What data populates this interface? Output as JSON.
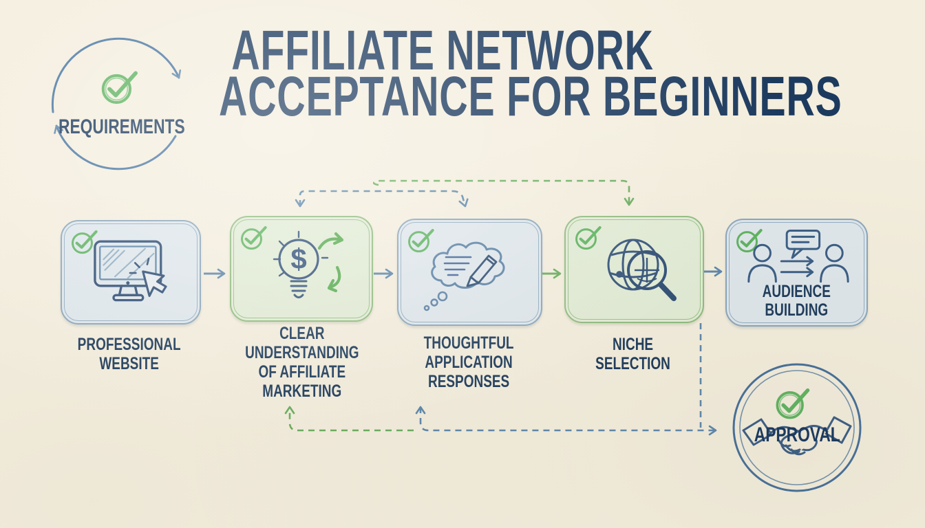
{
  "title": {
    "line1": "AFFILIATE NETWORK",
    "line2": "ACCEPTANCE FOR BEGINNERS"
  },
  "requirements_badge": {
    "label": "REQUIREMENTS",
    "icon": "cycle-arrows-icon + check-circle-icon"
  },
  "approval_badge": {
    "label": "APPROVAL",
    "icon": "handshake-icon + check-circle-icon"
  },
  "steps": [
    {
      "id": 1,
      "color": "blue",
      "icon": "computer-cursor-icon",
      "checked": true,
      "label_lines": [
        "PROFESSIONAL",
        "WEBSITE"
      ]
    },
    {
      "id": 2,
      "color": "green",
      "icon": "lightbulb-dollar-icon",
      "checked": true,
      "icon_glyph": "$",
      "label_lines": [
        "CLEAR",
        "UNDERSTANDING",
        "OF AFFILIATE",
        "MARKETING"
      ]
    },
    {
      "id": 3,
      "color": "blue",
      "icon": "thought-cloud-pencil-icon",
      "checked": true,
      "label_lines": [
        "THOUGHTFUL",
        "APPLICATION",
        "RESPONSES"
      ]
    },
    {
      "id": 4,
      "color": "green",
      "icon": "globe-magnifier-icon",
      "checked": true,
      "label_lines": [
        "NICHE",
        "SELECTION"
      ]
    },
    {
      "id": 5,
      "color": "blue",
      "icon": "people-speech-icon",
      "checked": true,
      "label_inside": true,
      "label_lines": [
        "AUDIENCE",
        "BUILDING"
      ]
    }
  ],
  "connections": [
    {
      "from": "step-1",
      "to": "step-2",
      "style": "solid",
      "color": "blue"
    },
    {
      "from": "step-2",
      "to": "step-3",
      "style": "solid",
      "color": "blue"
    },
    {
      "from": "step-3",
      "to": "step-4",
      "style": "solid",
      "color": "green"
    },
    {
      "from": "step-4",
      "to": "step-5",
      "style": "solid",
      "color": "blue"
    },
    {
      "from": "top-rail",
      "to": "step-2",
      "style": "dashed",
      "color": "blue"
    },
    {
      "from": "top-rail",
      "to": "step-3",
      "style": "dashed",
      "color": "blue"
    },
    {
      "from": "top-rail",
      "to": "step-4",
      "style": "dashed",
      "color": "green"
    },
    {
      "from": "step-4",
      "to": "approval",
      "style": "dashed",
      "color": "blue"
    },
    {
      "from": "bottom-rail",
      "to": "step-2",
      "style": "dashed",
      "color": "green"
    },
    {
      "from": "bottom-rail",
      "to": "step-3",
      "style": "dashed",
      "color": "blue"
    }
  ],
  "colors": {
    "background": "#f4eede",
    "navy_text": "#1c3a5e",
    "icon_navy": "#2e4d74",
    "blue_line": "#5d87ab",
    "green_line": "#69ad5e",
    "check_green": "#5eb360",
    "blue_box_fill": "#dfe7ec",
    "blue_box_border": "#8aa6bc",
    "green_box_fill": "#e2ecd6",
    "green_box_border": "#90bc7f"
  }
}
